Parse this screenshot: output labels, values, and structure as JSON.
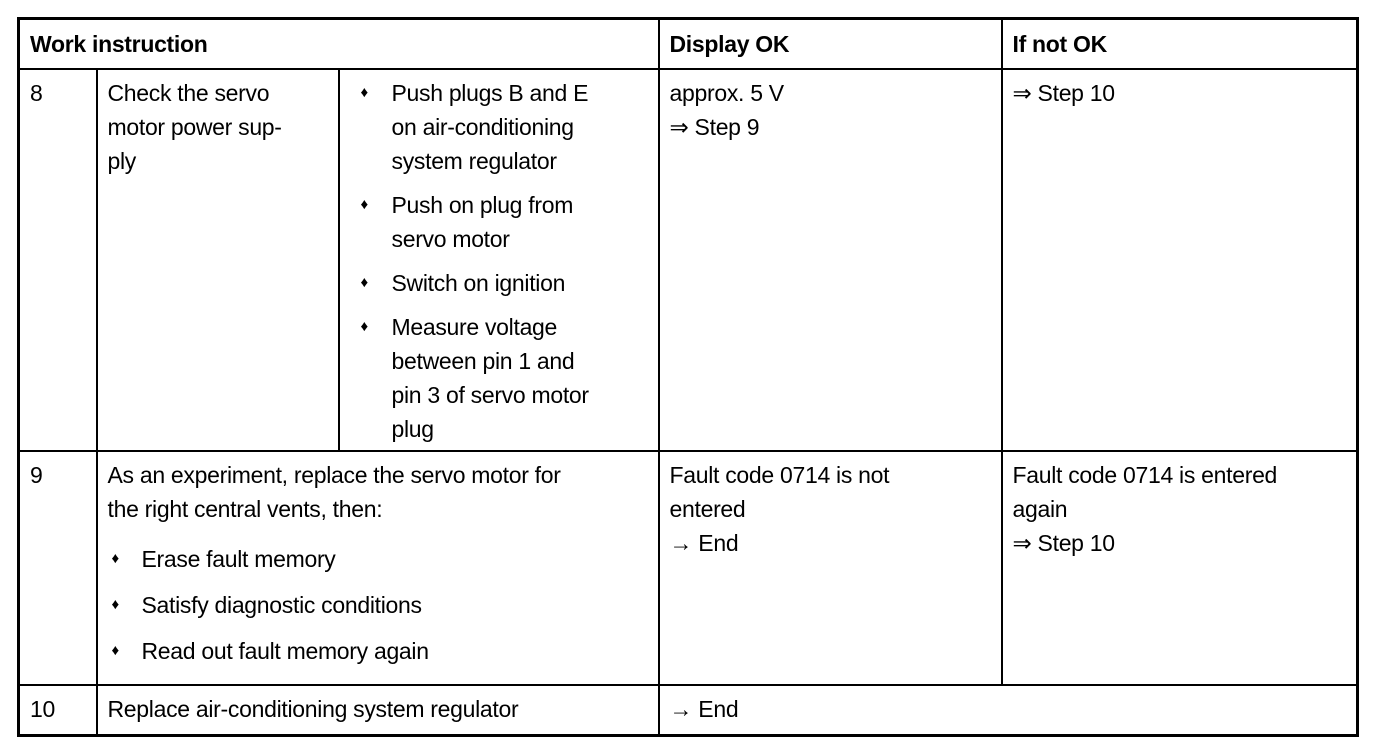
{
  "bullet_glyph": "♦",
  "colors": {
    "border": "#000000",
    "background": "#ffffff",
    "text": "#000000"
  },
  "header": {
    "work_instruction": "Work instruction",
    "display_ok": "Display OK",
    "if_not_ok": "If not OK"
  },
  "rows": {
    "row8": {
      "step": "8",
      "task_lines": [
        "Check the servo",
        "motor power sup-",
        "ply"
      ],
      "actions": [
        {
          "lines": [
            "Push plugs B and E",
            "on air-conditioning",
            "system regulator"
          ]
        },
        {
          "lines": [
            "Push on plug from",
            "servo motor"
          ]
        },
        {
          "lines": [
            "Switch on ignition"
          ]
        },
        {
          "lines": [
            "Measure voltage",
            "between pin 1 and",
            "pin 3 of servo motor",
            "plug"
          ]
        }
      ],
      "display_ok_lines": [
        "approx. 5 V",
        "⇒ Step 9"
      ],
      "if_not_ok_lines": [
        "⇒ Step 10"
      ]
    },
    "row9": {
      "step": "9",
      "task_lines": [
        "As an experiment, replace the servo motor for",
        "the right central vents, then:"
      ],
      "actions": [
        {
          "lines": [
            "Erase fault memory"
          ]
        },
        {
          "lines": [
            "Satisfy diagnostic conditions"
          ]
        },
        {
          "lines": [
            "Read out fault memory again"
          ]
        }
      ],
      "display_ok_lines": [
        "Fault code 0714 is not",
        "entered",
        "→ End"
      ],
      "if_not_ok_lines": [
        "Fault code 0714 is entered",
        "again",
        "⇒ Step 10"
      ]
    },
    "row10": {
      "step": "10",
      "task_lines": [
        "Replace air-conditioning system regulator"
      ],
      "result_lines": [
        "→ End"
      ]
    }
  }
}
